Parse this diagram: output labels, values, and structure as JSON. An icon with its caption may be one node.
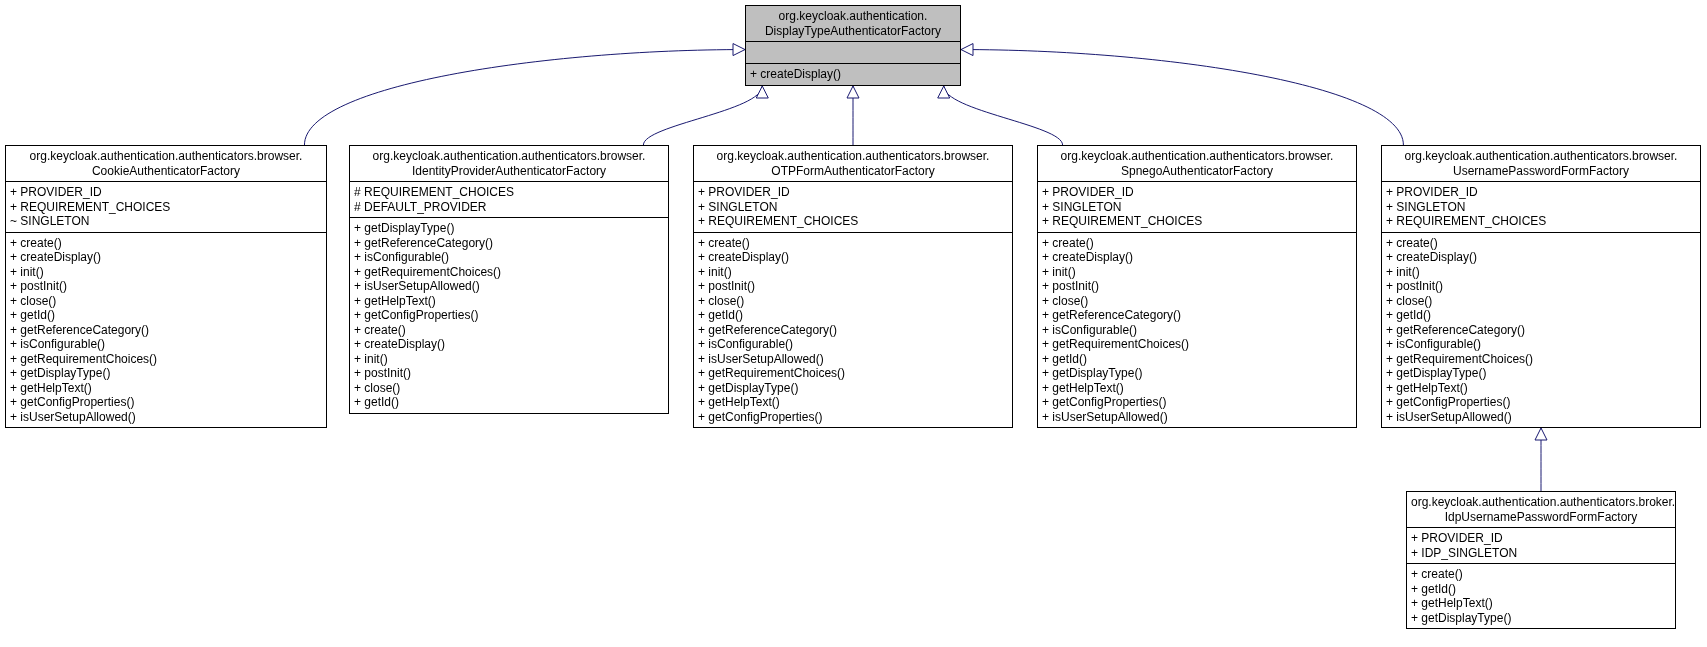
{
  "diagram": {
    "nodes": [
      {
        "text": [
          "org.keycloak.authentication. DisplayTypeAuthenticatorFactory",
          "+ createDisplay()"
        ]
      },
      {
        "text": [
          "org.keycloak.authentication.authenticators.browser. CookieAuthenticatorFactory",
          "+ PROVIDER_ID",
          "+ REQUIREMENT_CHOICES",
          "~ SINGLETON",
          "+ create()",
          "+ createDisplay()",
          "+ init()",
          "+ postInit()",
          "+ close()",
          "+ getId()",
          "+ getReferenceCategory()",
          "+ isConfigurable()",
          "+ getRequirementChoices()",
          "+ getDisplayType()",
          "+ getHelpText()",
          "+ getConfigProperties()",
          "+ isUserSetupAllowed()"
        ]
      },
      {
        "text": [
          "org.keycloak.authentication.authenticators.browser. IdentityProviderAuthenticatorFactory",
          "# REQUIREMENT_CHOICES",
          "# DEFAULT_PROVIDER",
          "+ getDisplayType()",
          "+ getReferenceCategory()",
          "+ isConfigurable()",
          "+ getRequirementChoices()",
          "+ isUserSetupAllowed()",
          "+ getHelpText()",
          "+ getConfigProperties()",
          "+ create()",
          "+ createDisplay()",
          "+ init()",
          "+ postInit()",
          "+ close()",
          "+ getId()"
        ]
      },
      {
        "text": [
          "org.keycloak.authentication.authenticators.browser. OTPFormAuthenticatorFactory",
          "+ PROVIDER_ID",
          "+ SINGLETON",
          "+ REQUIREMENT_CHOICES",
          "+ create()",
          "+ createDisplay()",
          "+ init()",
          "+ postInit()",
          "+ close()",
          "+ getId()",
          "+ getReferenceCategory()",
          "+ isConfigurable()",
          "+ isUserSetupAllowed()",
          "+ getRequirementChoices()",
          "+ getDisplayType()",
          "+ getHelpText()",
          "+ getConfigProperties()"
        ]
      },
      {
        "text": [
          "org.keycloak.authentication.authenticators.browser. SpnegoAuthenticatorFactory",
          "+ PROVIDER_ID",
          "+ SINGLETON",
          "+ REQUIREMENT_CHOICES",
          "+ create()",
          "+ createDisplay()",
          "+ init()",
          "+ postInit()",
          "+ close()",
          "+ getReferenceCategory()",
          "+ isConfigurable()",
          "+ getRequirementChoices()",
          "+ getId()",
          "+ getDisplayType()",
          "+ getHelpText()",
          "+ getConfigProperties()",
          "+ isUserSetupAllowed()"
        ]
      },
      {
        "text": [
          "org.keycloak.authentication.authenticators.browser. UsernamePasswordFormFactory",
          "+ PROVIDER_ID",
          "+ SINGLETON",
          "+ REQUIREMENT_CHOICES",
          "+ create()",
          "+ createDisplay()",
          "+ init()",
          "+ postInit()",
          "+ close()",
          "+ getId()",
          "+ getReferenceCategory()",
          "+ isConfigurable()",
          "+ getRequirementChoices()",
          "+ getDisplayType()",
          "+ getHelpText()",
          "+ getConfigProperties()",
          "+ isUserSetupAllowed()"
        ]
      },
      {
        "text": [
          "org.keycloak.authentication.authenticators.broker. IdpUsernamePasswordFormFactory",
          "+ PROVIDER_ID",
          "+ IDP_SINGLETON",
          "+ create()",
          "+ getId()",
          "+ getHelpText()",
          "+ getDisplayType()"
        ]
      }
    ],
    "edges": [
      {
        "from": 1,
        "to": 0,
        "arrow": "to"
      },
      {
        "from": 2,
        "to": 0,
        "arrow": "to"
      },
      {
        "from": 3,
        "to": 0,
        "arrow": "to"
      },
      {
        "from": 4,
        "to": 0,
        "arrow": "to"
      },
      {
        "from": 5,
        "to": 0,
        "arrow": "to"
      },
      {
        "from": 6,
        "to": 5,
        "arrow": "to"
      }
    ]
  }
}
